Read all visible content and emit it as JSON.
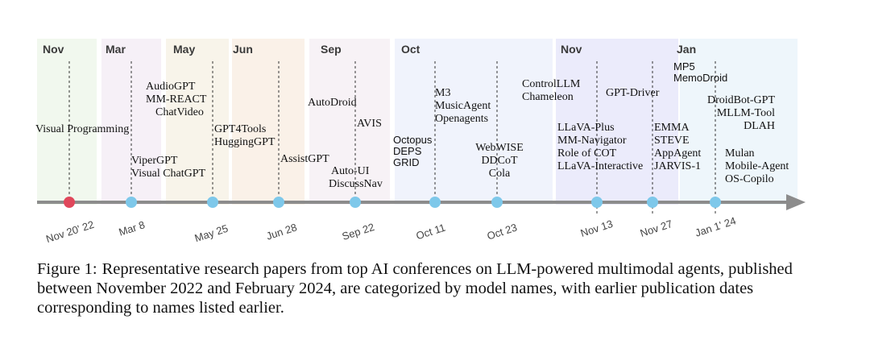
{
  "figure": {
    "months": [
      "Nov",
      "Mar",
      "May",
      "Jun",
      "Sep",
      "Oct",
      "Nov",
      "Jan"
    ],
    "dates": [
      "Nov 20' 22",
      "Mar 8",
      "May 25",
      "Jun 28",
      "Sep 22",
      "Oct 11",
      "Oct 23",
      "Nov 13",
      "Nov 27",
      "Jan 1' 24"
    ],
    "paper_groups": [
      [
        "Visual Programming"
      ],
      [
        "ViperGPT",
        "Visual ChatGPT"
      ],
      [
        "AudioGPT",
        "MM-REACT",
        "ChatVideo"
      ],
      [
        "GPT4Tools",
        "HuggingGPT"
      ],
      [
        "AssistGPT"
      ],
      [
        "AutoDroid"
      ],
      [
        "AVIS"
      ],
      [
        "Auto-UI",
        "DiscussNav"
      ],
      [
        "Octopus",
        "DEPS",
        "GRID"
      ],
      [
        "M3",
        "MusicAgent",
        "Openagents"
      ],
      [
        "WebWISE",
        "DDCoT",
        "Cola"
      ],
      [
        "ControlLLM",
        "Chameleon"
      ],
      [
        "GPT-Driver"
      ],
      [
        "LLaVA-Plus",
        "MM-Navigator",
        "Role of COT",
        "LLaVA-Interactive"
      ],
      [
        "EMMA",
        "STEVE",
        "AppAgent",
        "JARVIS-1"
      ],
      [
        "MP5",
        "MemoDroid"
      ],
      [
        "DroidBot-GPT",
        "MLLM-Tool",
        "DLAH"
      ],
      [
        "Mulan",
        "Mobile-Agent",
        "OS-Copilo"
      ]
    ]
  },
  "caption": {
    "label": "Figure 1:",
    "text": "Representative research papers from top AI conferences on LLM-powered multimodal agents, published between November 2022 and February 2024, are categorized by model names, with earlier publication dates corresponding to names listed earlier."
  },
  "colors": {
    "first_dot": "#e0475b",
    "dot": "#7ec8ea",
    "axis": "#8c8c8c"
  }
}
